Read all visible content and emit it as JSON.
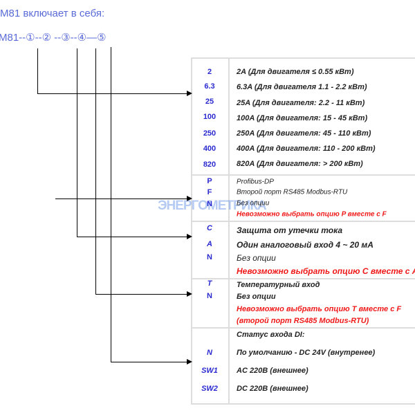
{
  "header": {
    "title": "M81 включает в себя:",
    "code": "M81--①--② --③--④—⑤"
  },
  "watermark": "ЭНЕРГОМЕТРИКА",
  "sections": [
    {
      "rows": [
        {
          "key": "2",
          "desc": "2A (Для двигателя ≤ 0.55 кВт)"
        },
        {
          "key": "6.3",
          "desc": "6.3A (Для двигателя 1.1 - 2.2 кВт)"
        },
        {
          "key": "25",
          "desc": "25A (Для двигателя: 2.2 - 11 кВт)"
        },
        {
          "key": "100",
          "desc": "100A (Для двигателя: 15 - 45 кВт)"
        },
        {
          "key": "250",
          "desc": "250A (Для двигателя: 45 - 110 кВт)"
        },
        {
          "key": "400",
          "desc": "400A (Для двигателя: 110 - 200 кВт)"
        },
        {
          "key": "820",
          "desc": "820A (Для двигателя: > 200 кВт)"
        }
      ]
    },
    {
      "rows": [
        {
          "key": "P",
          "desc": "Profibus-DP"
        },
        {
          "key": "F",
          "desc": "Второй порт RS485 Modbus-RTU"
        },
        {
          "key": "N",
          "desc": "Без опции"
        }
      ],
      "note": "Невозможно выбрать опцию P вместе с F"
    },
    {
      "rows": [
        {
          "key": "C",
          "desc": "Защита от утечки тока"
        },
        {
          "key": "A",
          "desc": "Один аналоговый вход 4 ~ 20 мА"
        },
        {
          "key": "N",
          "desc": "Без опции"
        }
      ],
      "note": "Невозможно выбрать опцию C вместе с A"
    },
    {
      "rows": [
        {
          "key": "T",
          "desc": "Температурный вход"
        },
        {
          "key": "N",
          "desc": "Без опции"
        }
      ],
      "note": "Невозможно выбрать опцию T вместе с F",
      "note2": "(второй порт RS485 Modbus-RTU)"
    },
    {
      "heading": "Статус входа DI:",
      "rows": [
        {
          "key": "N",
          "desc": "По умолчанию - DC 24V (внутренее)"
        },
        {
          "key": "SW1",
          "desc": "AC 220B (внешнее)"
        },
        {
          "key": "SW2",
          "desc": "DC 220B (внешнее)"
        }
      ]
    }
  ]
}
